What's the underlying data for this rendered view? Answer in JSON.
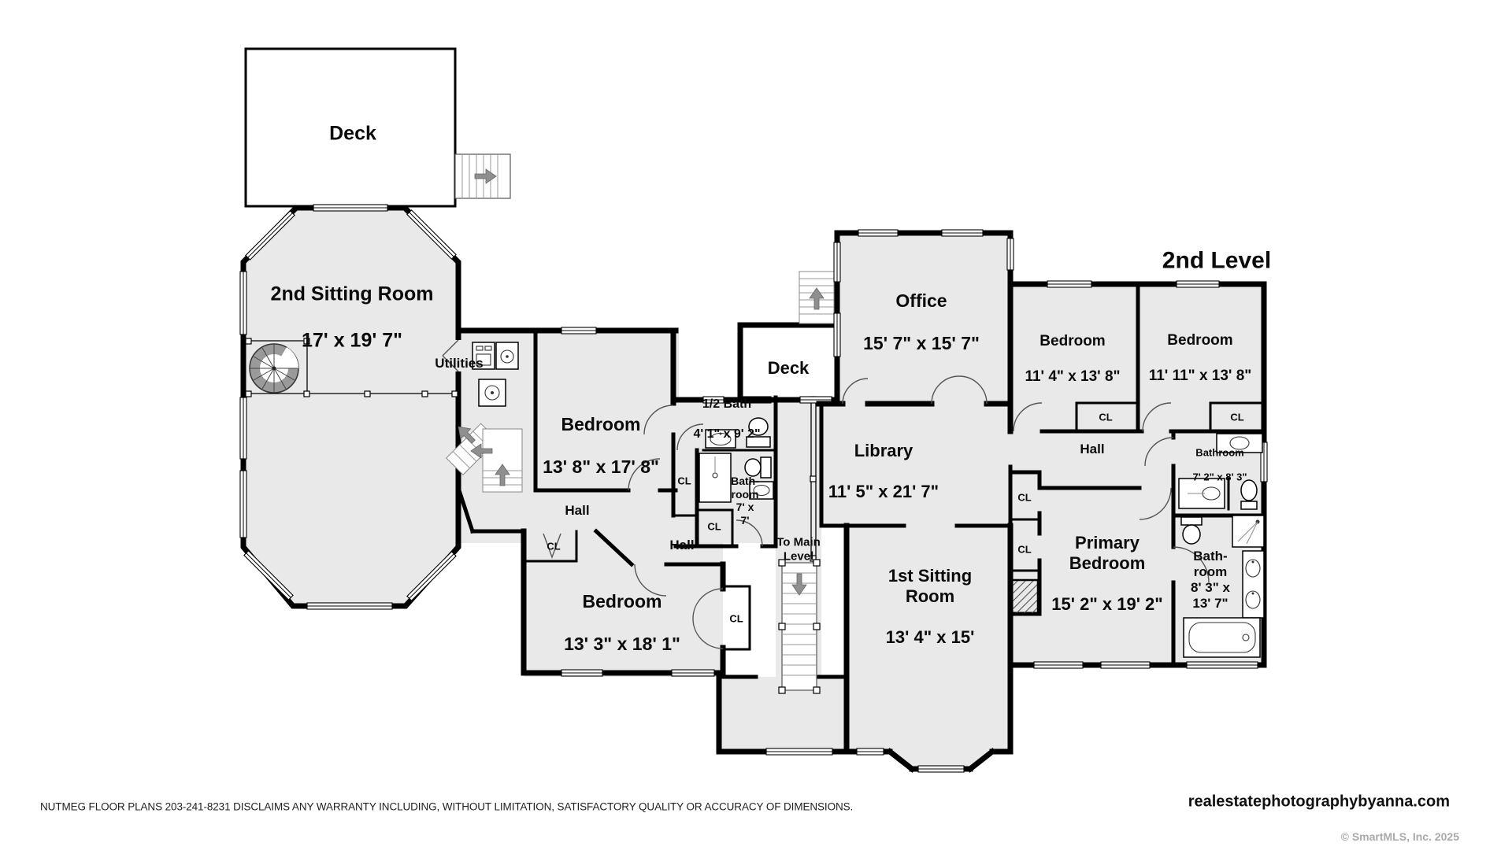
{
  "title": "2nd Level",
  "closet_label": "CL",
  "hall_label": "Hall",
  "rooms": {
    "deck_top": {
      "label": "Deck"
    },
    "deck_mid": {
      "label": "Deck"
    },
    "sitting_2nd": {
      "label": "2nd Sitting Room",
      "dims": "17' x 19' 7\""
    },
    "utilities": {
      "label": "Utilities"
    },
    "bedroom_13_8": {
      "label": "Bedroom",
      "dims": "13' 8\" x 17' 8\""
    },
    "half_bath": {
      "label": "1/2 Bath",
      "dims": "4' 1\" x 9' 2\""
    },
    "bathroom_7x7": {
      "label": "Bath-\nroom\n7' x\n7'"
    },
    "bedroom_13_3": {
      "label": "Bedroom",
      "dims": "13' 3\" x 18' 1\""
    },
    "to_main_level": {
      "label": "To Main\nLevel"
    },
    "sitting_1st": {
      "label": "1st Sitting\nRoom",
      "dims": "13' 4\" x 15'"
    },
    "library": {
      "label": "Library",
      "dims": "11' 5\" x 21' 7\""
    },
    "office": {
      "label": "Office",
      "dims": "15' 7\" x 15' 7\""
    },
    "bedroom_11_4": {
      "label": "Bedroom",
      "dims": "11' 4\" x 13' 8\""
    },
    "bedroom_11_11": {
      "label": "Bedroom",
      "dims": "11' 11\" x 13' 8\""
    },
    "bathroom_7_2": {
      "label": "Bathroom",
      "dims": "7' 2\" x 8' 3\""
    },
    "primary_bedroom": {
      "label": "Primary\nBedroom",
      "dims": "15' 2\" x 19' 2\""
    },
    "bathroom_8_3": {
      "label": "Bath-\nroom\n8' 3\" x\n13' 7\""
    }
  },
  "footer": {
    "disclaimer": "NUTMEG FLOOR PLANS 203-241-8231 DISCLAIMS ANY WARRANTY INCLUDING, WITHOUT LIMITATION, SATISFACTORY QUALITY OR ACCURACY OF DIMENSIONS.",
    "website": "realestatephotographybyanna.com",
    "copyright": "© SmartMLS, Inc.  2025"
  },
  "colors": {
    "floor": "#e9e9e9",
    "wall": "#000000",
    "stair_arrow": "#8f8f8f",
    "copyright_gray": "#a9a9a9"
  },
  "icons": {
    "spiral_staircase": "spiral-staircase-icon",
    "stairs": "stairs-icon",
    "arrow_up": "arrow-up-icon",
    "arrow_down": "arrow-down-icon",
    "arrow_left": "arrow-left-icon",
    "arrow_right": "arrow-right-icon",
    "toilet": "toilet-icon",
    "sink": "sink-icon",
    "shower": "shower-icon",
    "bathtub": "bathtub-icon",
    "washer_dryer": "washer-dryer-icon",
    "water_heater": "water-heater-icon",
    "chimney": "chimney-hatch"
  }
}
